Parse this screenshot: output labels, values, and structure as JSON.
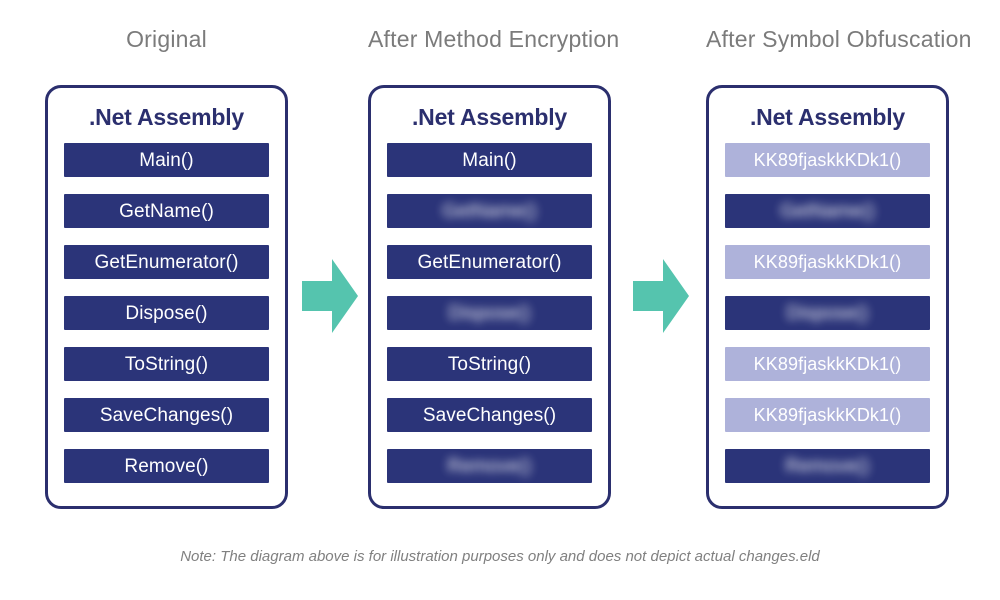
{
  "headings": [
    {
      "label": "Original"
    },
    {
      "label": "After Method Encryption"
    },
    {
      "label": "After Symbol Obfuscation"
    }
  ],
  "colors": {
    "navy_border": "#2b2f6e",
    "navy_bar": "#2b3479",
    "lavender_bar": "#aeb2da",
    "arrow_teal": "#55c4ae",
    "heading_gray": "#7b7b7b",
    "note_gray": "#808080",
    "bar_text": "#ffffff",
    "background": "#ffffff"
  },
  "cards": [
    {
      "title": ".Net Assembly",
      "rows": [
        {
          "label": "Main()",
          "style": "navy",
          "blurred": false
        },
        {
          "label": "GetName()",
          "style": "navy",
          "blurred": false
        },
        {
          "label": "GetEnumerator()",
          "style": "navy",
          "blurred": false
        },
        {
          "label": "Dispose()",
          "style": "navy",
          "blurred": false
        },
        {
          "label": "ToString()",
          "style": "navy",
          "blurred": false
        },
        {
          "label": "SaveChanges()",
          "style": "navy",
          "blurred": false
        },
        {
          "label": "Remove()",
          "style": "navy",
          "blurred": false
        }
      ]
    },
    {
      "title": ".Net Assembly",
      "rows": [
        {
          "label": "Main()",
          "style": "navy",
          "blurred": false
        },
        {
          "label": "GetName()",
          "style": "navy",
          "blurred": true
        },
        {
          "label": "GetEnumerator()",
          "style": "navy",
          "blurred": false
        },
        {
          "label": "Dispose()",
          "style": "navy",
          "blurred": true
        },
        {
          "label": "ToString()",
          "style": "navy",
          "blurred": false
        },
        {
          "label": "SaveChanges()",
          "style": "navy",
          "blurred": false
        },
        {
          "label": "Remove()",
          "style": "navy",
          "blurred": true
        }
      ]
    },
    {
      "title": ".Net Assembly",
      "rows": [
        {
          "label": "KK89fjaskkKDk1()",
          "style": "lav",
          "blurred": false
        },
        {
          "label": "GetName()",
          "style": "navy",
          "blurred": true
        },
        {
          "label": "KK89fjaskkKDk1()",
          "style": "lav",
          "blurred": false
        },
        {
          "label": "Dispose()",
          "style": "navy",
          "blurred": true
        },
        {
          "label": "KK89fjaskkKDk1()",
          "style": "lav",
          "blurred": false
        },
        {
          "label": "KK89fjaskkKDk1()",
          "style": "lav",
          "blurred": false
        },
        {
          "label": "Remove()",
          "style": "navy",
          "blurred": true
        }
      ]
    }
  ],
  "arrows": [
    {
      "name": "arrow-original-to-encrypted"
    },
    {
      "name": "arrow-encrypted-to-obfuscated"
    }
  ],
  "note": {
    "text": "Note: The diagram above is for illustration purposes only and does not depict actual changes.eld"
  }
}
